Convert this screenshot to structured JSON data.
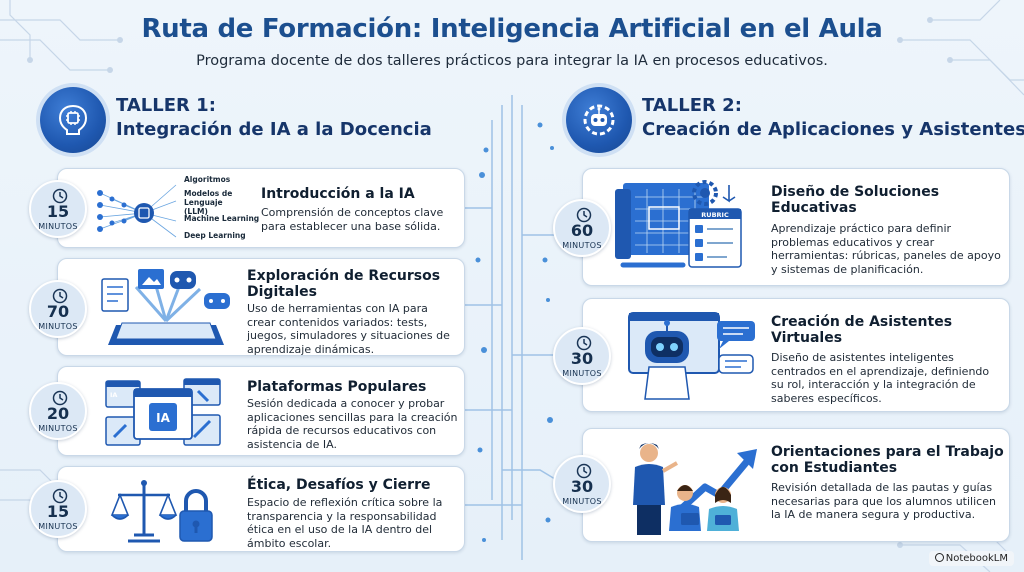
{
  "header": {
    "title": "Ruta de Formación: Inteligencia Artificial en el Aula",
    "subtitle": "Programa docente de dos talleres prácticos para integrar la IA en procesos educativos."
  },
  "workshops": [
    {
      "label": "TALLER 1:",
      "name": "Integración de IA a la Docencia",
      "icon": "brain-chip-icon",
      "modules": [
        {
          "title": "Introducción a la IA",
          "description": "Comprensión de conceptos clave para establecer una base sólida.",
          "minutes": "15",
          "unit": "MINUTOS",
          "illustration": "neural-network-icon",
          "tags": [
            "Algoritmos",
            "Modelos de Lenguaje (LLM)",
            "Machine Learning",
            "Deep Learning"
          ]
        },
        {
          "title": "Exploración de Recursos Digitales",
          "description": "Uso de herramientas con IA para crear contenidos variados: tests, juegos, simuladores y situaciones de aprendizaje dinámicas.",
          "minutes": "70",
          "unit": "MINUTOS",
          "illustration": "tablet-resources-icon"
        },
        {
          "title": "Plataformas Populares",
          "description": "Sesión dedicada a conocer y probar aplicaciones sencillas para la creación rápida de recursos educativos con asistencia de IA.",
          "minutes": "20",
          "unit": "MINUTOS",
          "illustration": "ia-platforms-icon",
          "ia_label": "IA"
        },
        {
          "title": "Ética, Desafíos y Cierre",
          "description": "Espacio de reflexión crítica sobre la transparencia y la responsabilidad ética en el uso de la IA dentro del ámbito escolar.",
          "minutes": "15",
          "unit": "MINUTOS",
          "illustration": "scales-lock-icon"
        }
      ]
    },
    {
      "label": "TALLER 2:",
      "name": "Creación de Aplicaciones y Asistentes",
      "icon": "gear-robot-icon",
      "modules": [
        {
          "title": "Diseño de Soluciones Educativas",
          "description": "Aprendizaje práctico para definir problemas educativos y crear herramientas: rúbricas, paneles de apoyo y sistemas de planificación.",
          "minutes": "60",
          "unit": "MINUTOS",
          "illustration": "blueprint-rubric-icon",
          "rubric_label": "RUBRIC"
        },
        {
          "title": "Creación de Asistentes Virtuales",
          "description": "Diseño de asistentes inteligentes centrados en el aprendizaje, definiendo su rol, interacción y la integración de saberes específicos.",
          "minutes": "30",
          "unit": "MINUTOS",
          "illustration": "chatbot-icon"
        },
        {
          "title": "Orientaciones para el Trabajo con Estudiantes",
          "description": "Revisión detallada de las pautas y guías necesarias para que los alumnos utilicen la IA de manera segura y productiva.",
          "minutes": "30",
          "unit": "MINUTOS",
          "illustration": "teacher-students-icon"
        }
      ]
    }
  ],
  "brand": "NotebookLM",
  "colors": {
    "title": "#1c4f8f",
    "accent": "#2b6fd1",
    "card_border": "#c9d8e8",
    "timer_bg": "#dce8f5"
  }
}
